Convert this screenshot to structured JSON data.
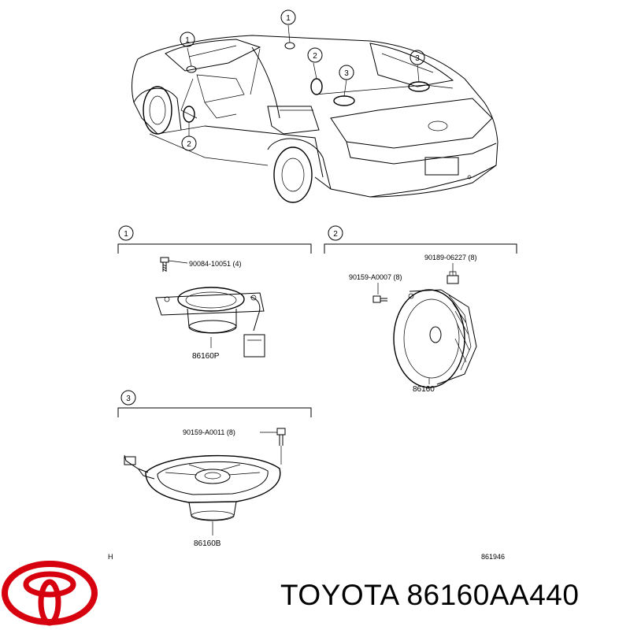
{
  "callouts": {
    "car": [
      "1",
      "1",
      "2",
      "2",
      "3",
      "3"
    ],
    "section1": "1",
    "section2": "2",
    "section3": "3"
  },
  "section1": {
    "bolt_label": "90084-10051 (4)",
    "part_label": "86160P"
  },
  "section2": {
    "clip_label": "90189-06227 (8)",
    "screw_label": "90159-A0007 (8)",
    "part_label": "86160"
  },
  "section3": {
    "screw_label": "90159-A0011 (8)",
    "part_label": "86160B"
  },
  "footer": {
    "code_left": "H",
    "code_right": "861946"
  },
  "brand": {
    "logo_name": "toyota-logo",
    "logo_color": "#d7000f",
    "text": "TOYOTA 86160AA440"
  }
}
